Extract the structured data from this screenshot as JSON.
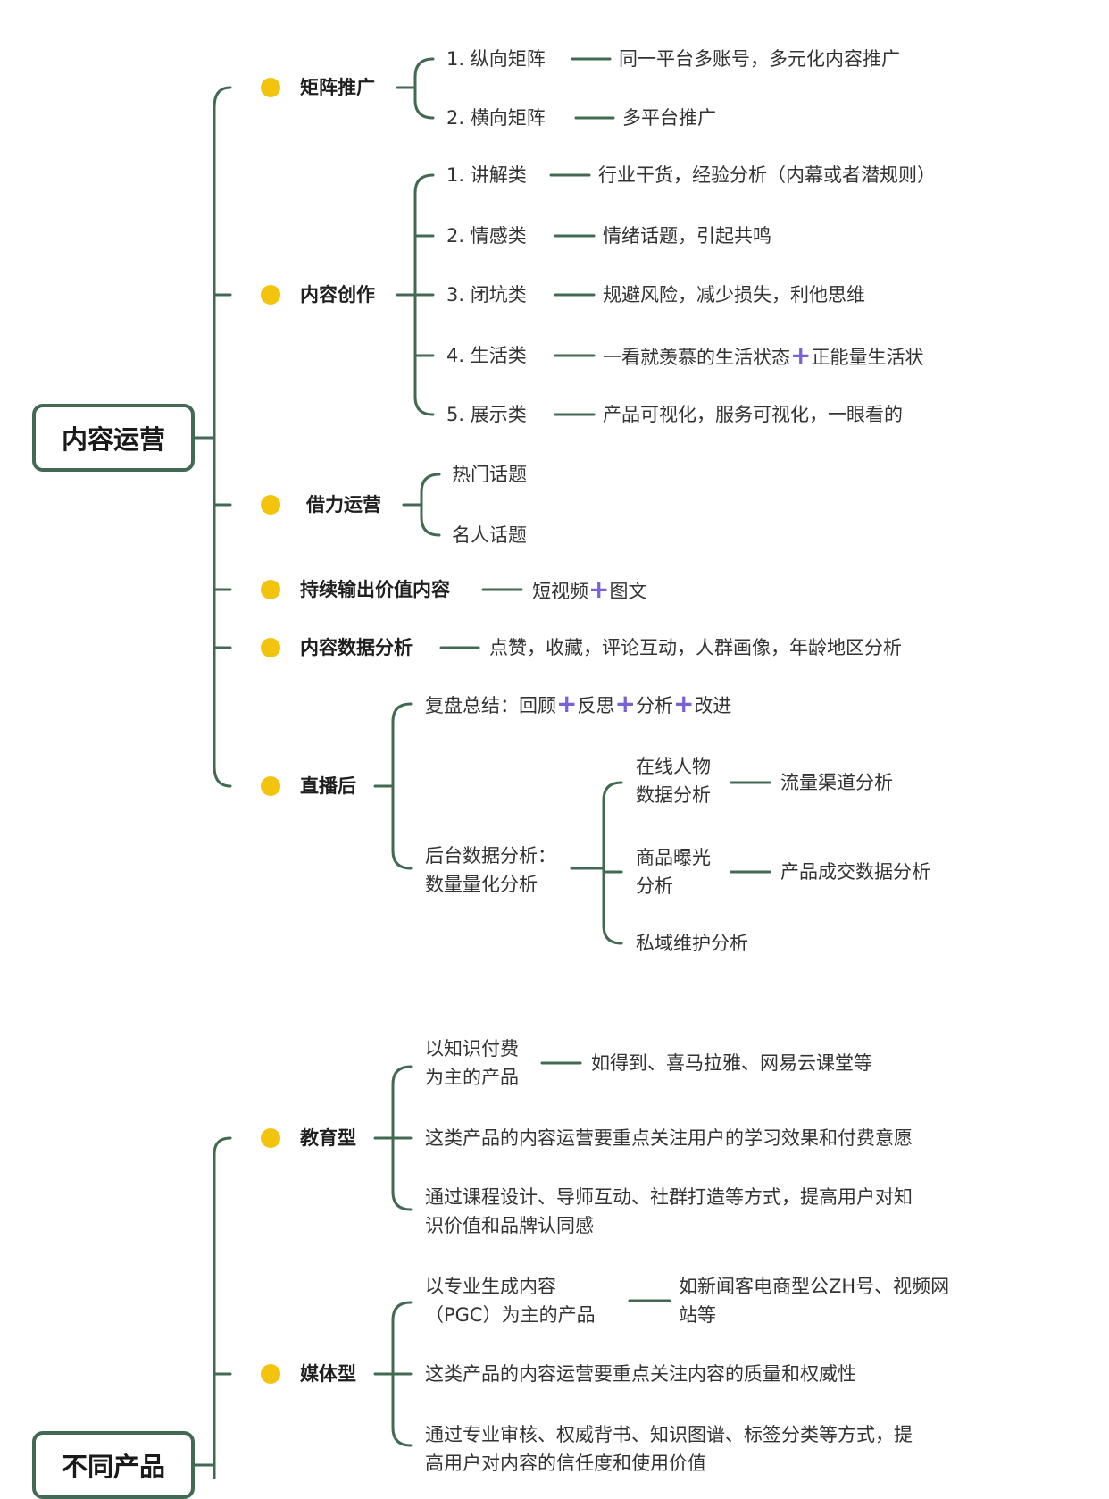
{
  "section1": {
    "root": "内容运营",
    "branches": {
      "matrix": {
        "label": "矩阵推广",
        "items": [
          {
            "num": "1.",
            "label": "纵向矩阵",
            "desc": "同一平台多账号，多元化内容推广"
          },
          {
            "num": "2.",
            "label": "横向矩阵",
            "desc": "多平台推广"
          }
        ]
      },
      "content_creation": {
        "label": "内容创作",
        "items": [
          {
            "num": "1.",
            "label": "讲解类",
            "desc": "行业干货，经验分析（内幕或者潜规则）"
          },
          {
            "num": "2.",
            "label": "情感类",
            "desc": "情绪话题，引起共鸣"
          },
          {
            "num": "3.",
            "label": "闭坑类",
            "desc": "规避风险，减少损失，利他思维"
          },
          {
            "num": "4.",
            "label": "生活类",
            "desc_a": "一看就羡慕的生活状态",
            "desc_b": "正能量生活状"
          },
          {
            "num": "5.",
            "label": "展示类",
            "desc": "产品可视化，服务可视化，一眼看的"
          }
        ]
      },
      "borrow": {
        "label": "借力运营",
        "items": [
          "热门话题",
          "名人话题"
        ]
      },
      "continuous": {
        "label": "持续输出价值内容",
        "desc_a": "短视频",
        "desc_b": "图文"
      },
      "data_analysis": {
        "label": "内容数据分析",
        "desc": "点赞，收藏，评论互动，人群画像，年龄地区分析"
      },
      "after_live": {
        "label": "直播后",
        "review": {
          "prefix": "复盘总结：回顾",
          "a": "反思",
          "b": "分析",
          "c": "改进"
        },
        "backend": {
          "label_line1": "后台数据分析：",
          "label_line2": "数量量化分析",
          "items": [
            {
              "line1": "在线人物",
              "line2": "数据分析",
              "desc": "流量渠道分析"
            },
            {
              "line1": "商品曝光",
              "line2": "分析",
              "desc": "产品成交数据分析"
            },
            {
              "line1": "私域维护分析"
            }
          ]
        }
      }
    },
    "plus_sign": "+"
  },
  "section2": {
    "root": "不同产品",
    "education": {
      "label": "教育型",
      "items": [
        {
          "line1": "以知识付费",
          "line2": "为主的产品",
          "desc": "如得到、喜马拉雅、网易云课堂等"
        },
        {
          "line1": "这类产品的内容运营要重点关注用户的学习效果和付费意愿"
        },
        {
          "line1": "通过课程设计、导师互动、社群打造等方式，提高用户对知",
          "line2": "识价值和品牌认同感"
        }
      ]
    },
    "media": {
      "label": "媒体型",
      "items": [
        {
          "line1": "以专业生成内容",
          "line2": "（PGC）为主的产品",
          "desc1": "如新闻客电商型公ZH号、视频网",
          "desc2": "站等"
        },
        {
          "line1": "这类产品的内容运营要重点关注内容的质量和权威性"
        },
        {
          "line1": "通过专业审核、权威背书、知识图谱、标签分类等方式，提",
          "line2": "高用户对内容的信任度和使用价值"
        }
      ]
    }
  },
  "colors": {
    "line": "#426a52",
    "dot": "#f2c40e",
    "plus": "#7b61d6"
  }
}
